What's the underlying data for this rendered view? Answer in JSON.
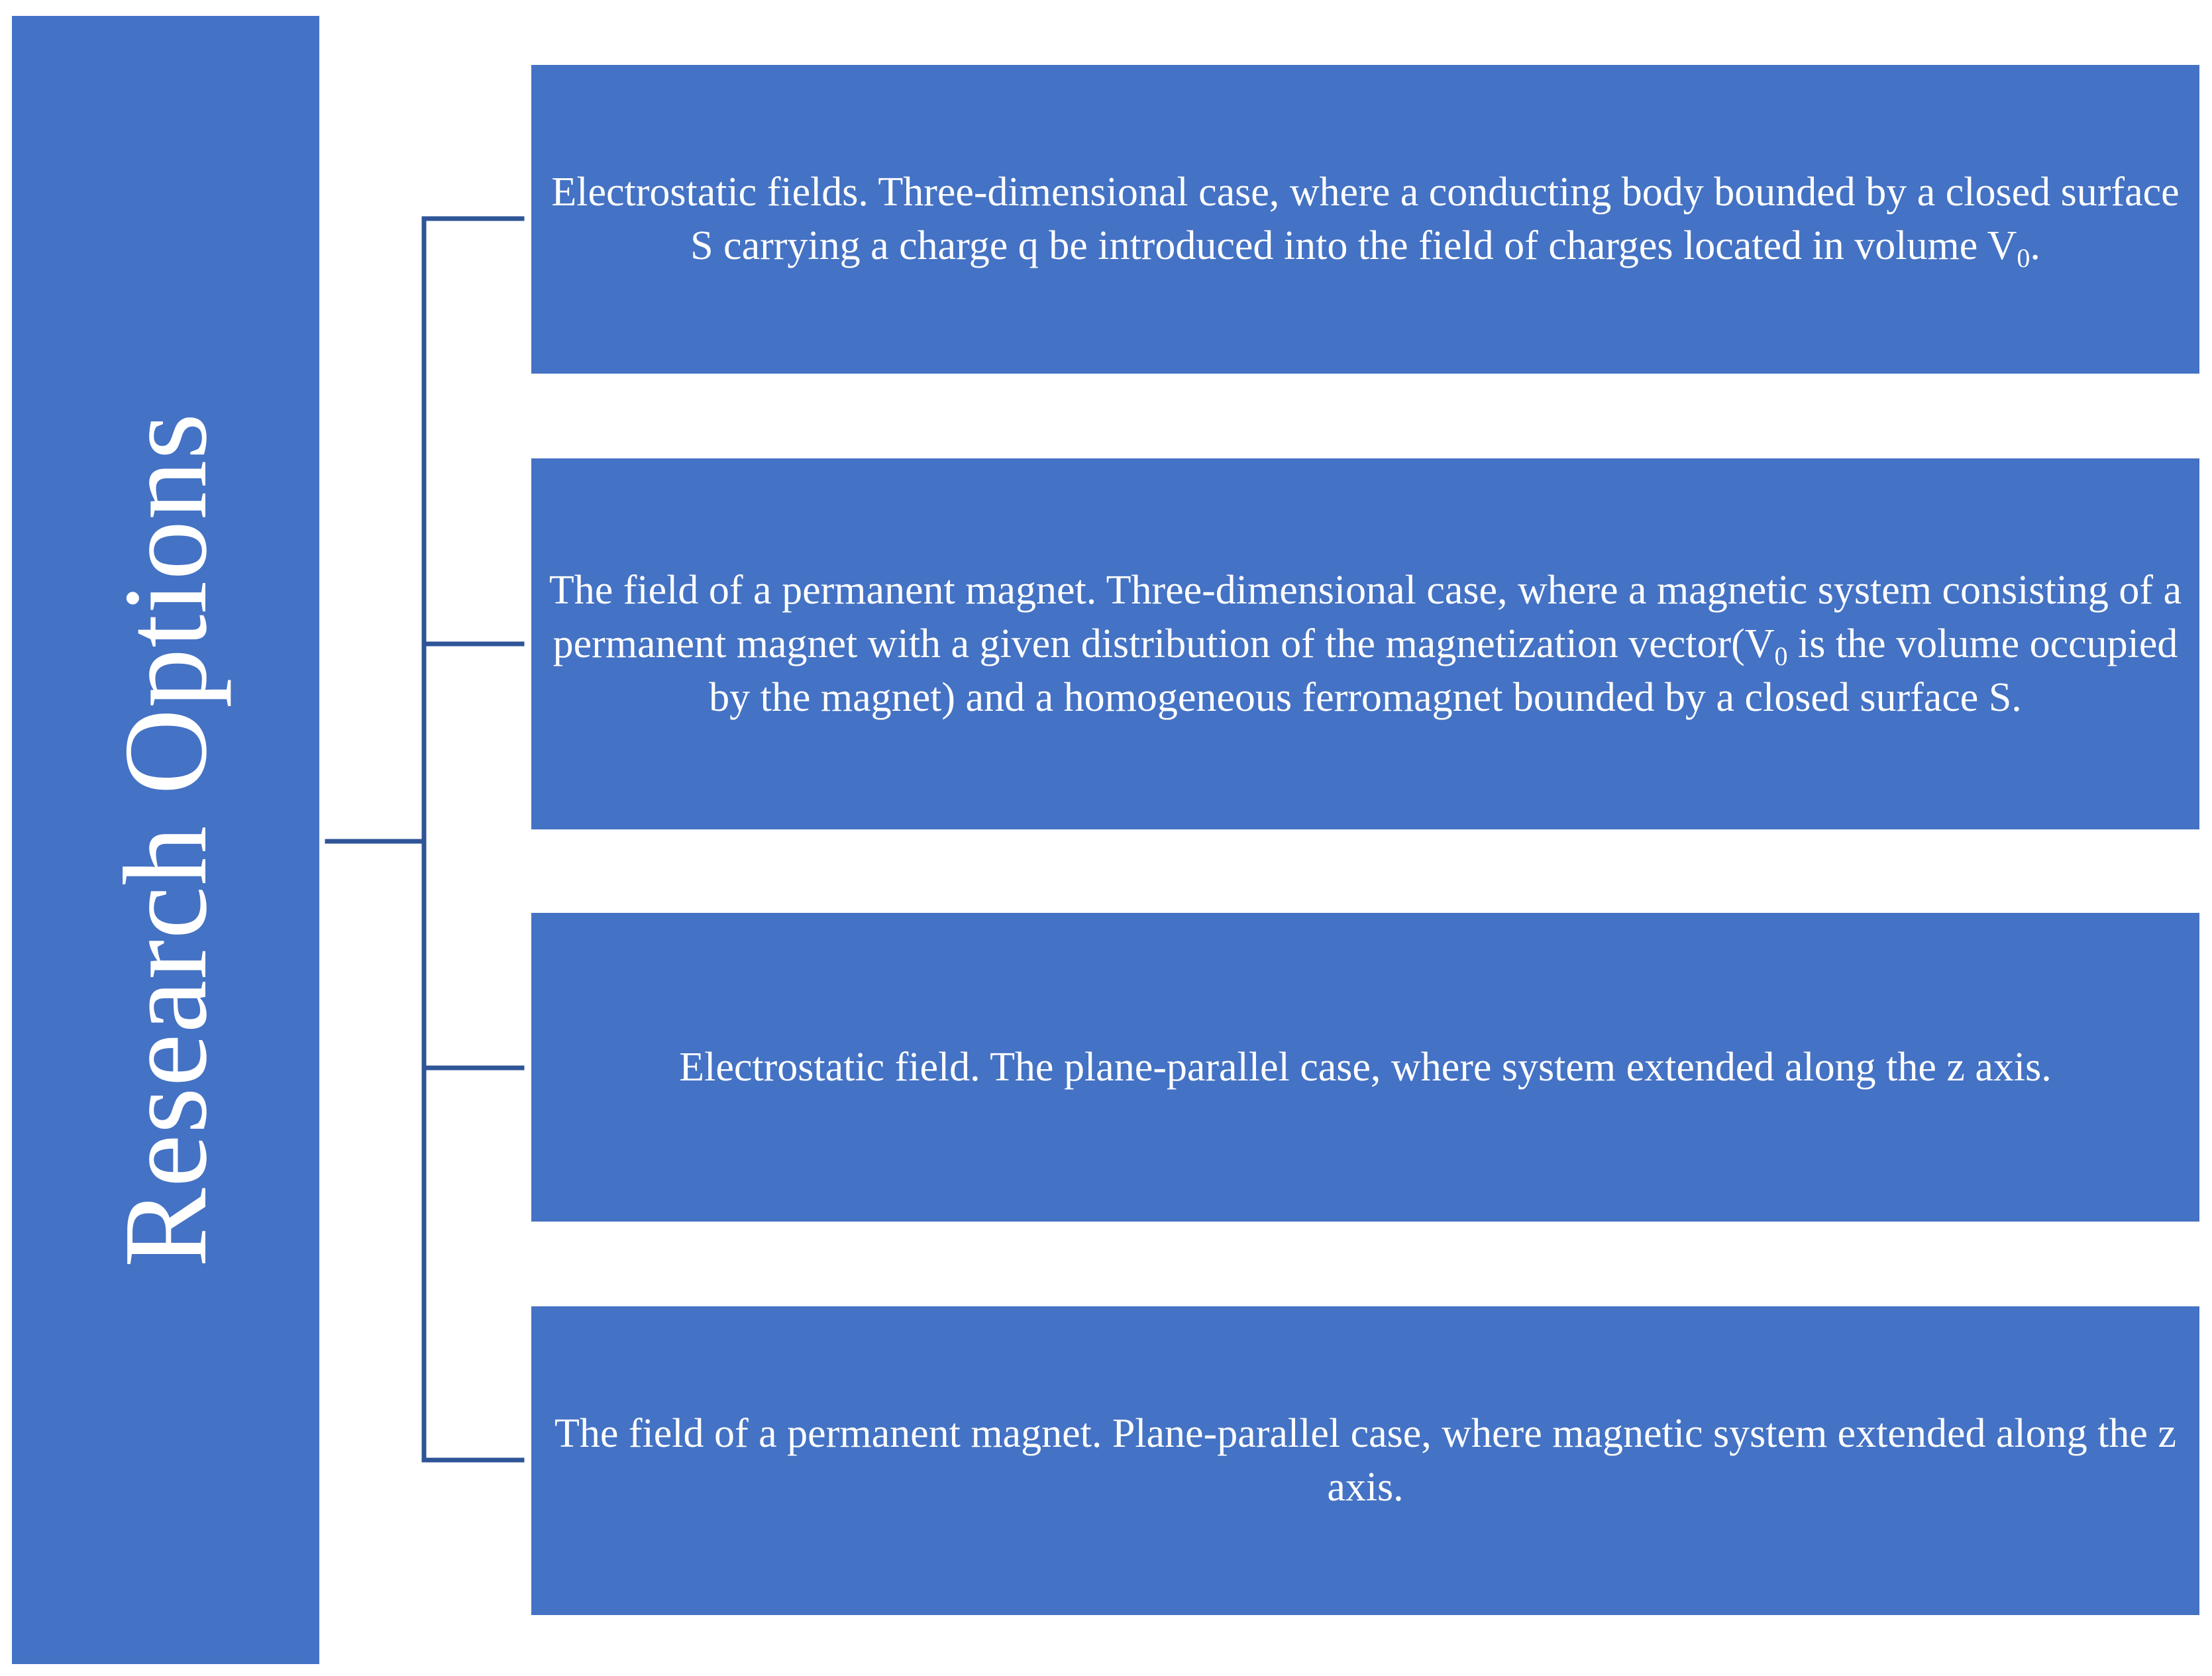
{
  "root": {
    "label": "Research Options"
  },
  "options": [
    {
      "pre": "Electrostatic fields. Three-dimensional case, where a conducting body bounded by a closed surface S carrying a charge q be introduced into the field of charges located in volume V",
      "sub": "0",
      "post": "."
    },
    {
      "pre": "The field of a permanent magnet. Three-dimensional case, where a magnetic system consisting of a permanent magnet with a given distribution of the magnetization vector(V",
      "sub": "0",
      "post": " is the volume occupied by the magnet) and a homogeneous ferromagnet bounded by a closed surface S."
    },
    {
      "text": "Electrostatic field. The plane-parallel case, where system extended along the z axis."
    },
    {
      "text": "The field of a permanent magnet. Plane-parallel case, where magnetic system extended along the z axis."
    }
  ],
  "colors": {
    "box_fill": "#4472c4",
    "connector": "#2f5597",
    "text": "#ffffff"
  }
}
